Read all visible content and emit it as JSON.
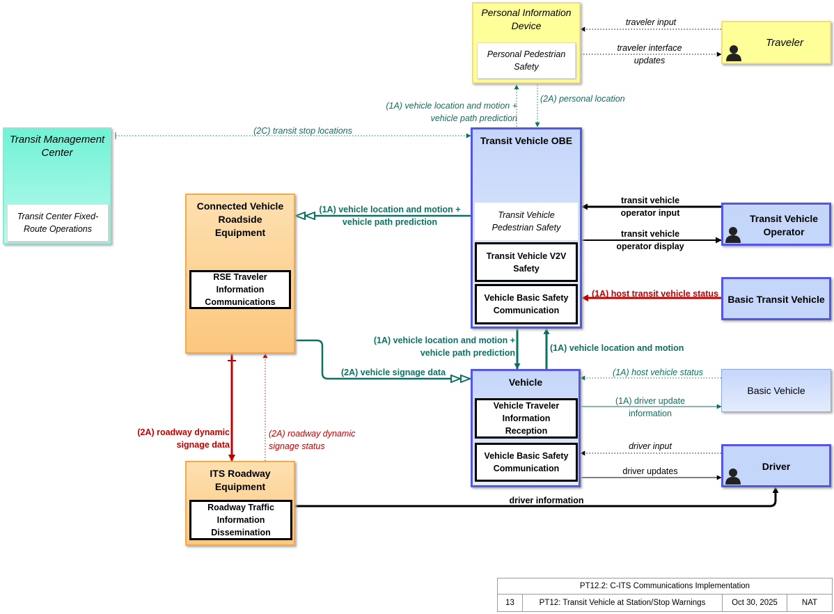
{
  "elements": {
    "pid": {
      "title": "Personal Information Device",
      "inner": "Personal Pedestrian Safety"
    },
    "traveler": {
      "title": "Traveler"
    },
    "tmc": {
      "title": "Transit Management Center",
      "inner": "Transit Center Fixed-Route Operations"
    },
    "cvre": {
      "title": "Connected Vehicle Roadside Equipment",
      "inner": "RSE Traveler Information Communications"
    },
    "obe": {
      "title": "Transit Vehicle OBE",
      "inner1": "Transit Vehicle Pedestrian Safety",
      "inner2": "Transit Vehicle V2V Safety",
      "inner3": "Vehicle Basic Safety Communication"
    },
    "tvo": {
      "title": "Transit Vehicle Operator"
    },
    "btv": {
      "title": "Basic Transit Vehicle"
    },
    "vehicle": {
      "title": "Vehicle",
      "inner1": "Vehicle Traveler Information Reception",
      "inner2": "Vehicle Basic Safety Communication"
    },
    "bv": {
      "title": "Basic Vehicle"
    },
    "driver": {
      "title": "Driver"
    },
    "its": {
      "title": "ITS Roadway Equipment",
      "inner": "Roadway Traffic Information Dissemination"
    }
  },
  "flows": {
    "traveler_input": "traveler input",
    "traveler_updates": "traveler interface updates",
    "obe_to_pid": "(1A) vehicle location and motion + vehicle path prediction",
    "personal_location": "(2A) personal location",
    "transit_stop": "(2C) transit stop locations",
    "obe_to_cvre": "(1A) vehicle location and motion + vehicle path prediction",
    "tvo_input": "transit vehicle operator input",
    "tvo_display": "transit vehicle operator display",
    "host_transit": "(1A) host transit vehicle status",
    "obe_to_vehicle": "(1A) vehicle location and motion + vehicle path prediction",
    "vehicle_to_obe": "(1A) vehicle location and motion",
    "signage_data": "(2A) vehicle signage data",
    "host_vehicle": "(1A) host vehicle status",
    "driver_update_info": "(1A) driver update information",
    "driver_input": "driver input",
    "driver_updates": "driver updates",
    "roadway_signage_data": "(2A) roadway dynamic signage data",
    "roadway_signage_status": "(2A) roadway dynamic signage status",
    "driver_information": "driver information"
  },
  "titleblock": {
    "header": "PT12.2: C-ITS Communications Implementation",
    "number": "13",
    "name": "PT12: Transit Vehicle at Station/Stop Warnings",
    "date": "Oct 30, 2025",
    "status": "NAT"
  },
  "colors": {
    "teal": "#0e7062",
    "red": "#c00000",
    "black": "#000000",
    "yellow": "#ffff99",
    "orange": "#fcc77f",
    "cyan": "#70f2d6",
    "blue": "#c5d6fb",
    "blue_border": "#5656e6"
  }
}
